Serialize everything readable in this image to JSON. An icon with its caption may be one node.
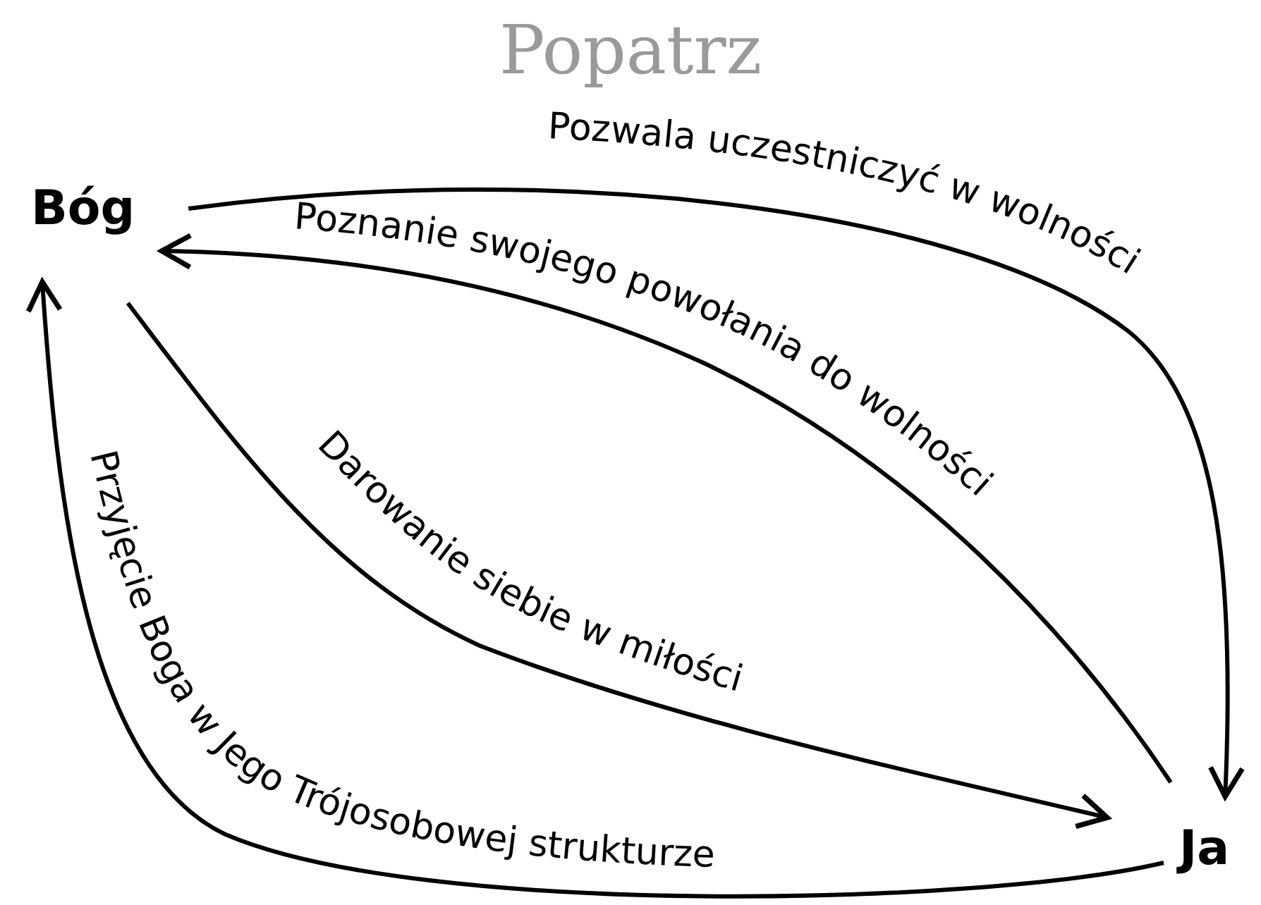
{
  "diagram": {
    "title": "Popatrz",
    "nodes": [
      {
        "text": [
          "Bóg"
        ]
      },
      {
        "text": [
          "Ja"
        ]
      }
    ],
    "edges": [
      {
        "from": 0,
        "to": 1,
        "arrow": "to",
        "label": "Pozwala uczestniczyć w wolności"
      },
      {
        "from": 1,
        "to": 0,
        "arrow": "to",
        "label": "Poznanie swojego powołania do wolności"
      },
      {
        "from": 0,
        "to": 1,
        "arrow": "to",
        "label": "Darowanie siebie w miłości"
      },
      {
        "from": 1,
        "to": 0,
        "arrow": "to",
        "label": "Przyjęcie Boga w Jego Trójosobowej strukturze"
      }
    ]
  }
}
